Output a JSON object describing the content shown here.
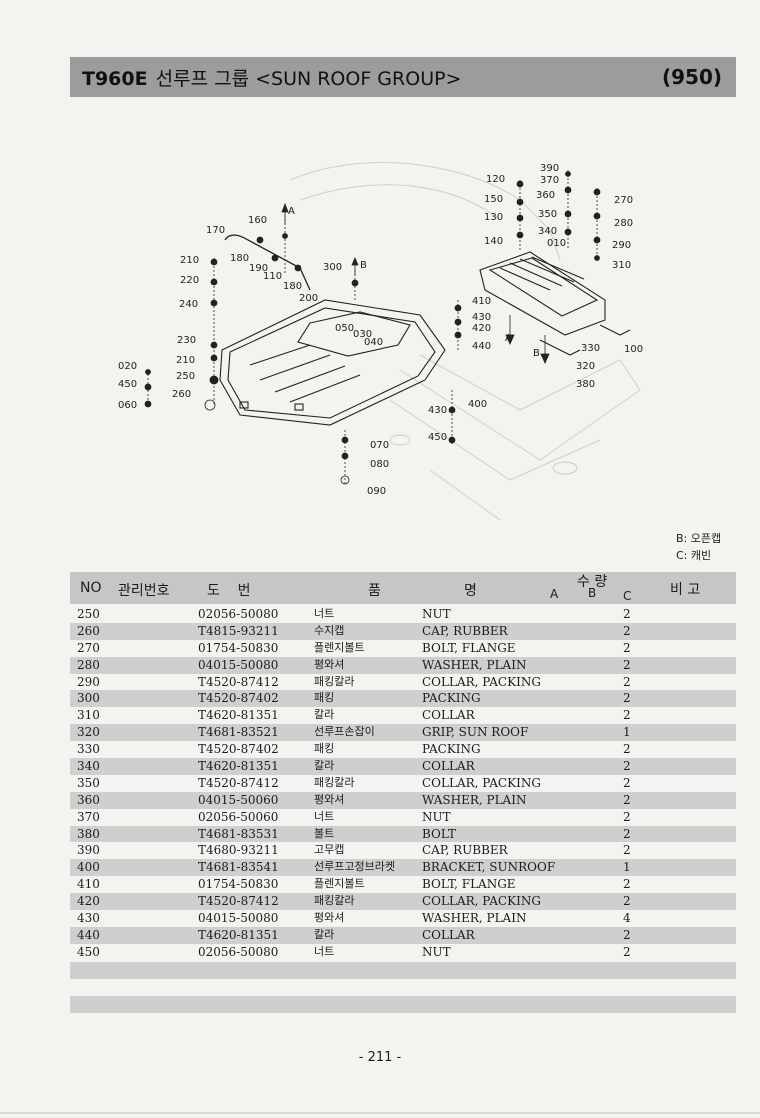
{
  "header": {
    "code": "T960E",
    "title": "선루프 그룹 <SUN ROOF GROUP>",
    "group_no": "(950)"
  },
  "diagram": {
    "callouts": [
      "390",
      "370",
      "120",
      "360",
      "270",
      "150",
      "350",
      "280",
      "130",
      "340",
      "010",
      "290",
      "140",
      "310",
      "160",
      "170",
      "A",
      "210",
      "180",
      "190",
      "110",
      "300",
      "B",
      "220",
      "180",
      "200",
      "410",
      "240",
      "430",
      "050",
      "030",
      "420",
      "230",
      "040",
      "440",
      "A",
      "B",
      "330",
      "100",
      "020",
      "210",
      "320",
      "450",
      "250",
      "380",
      "260",
      "060",
      "400",
      "430",
      "070",
      "450",
      "080",
      "090"
    ]
  },
  "legend": {
    "b": "B: 오픈캡",
    "c": "C: 캐빈"
  },
  "table": {
    "headers": {
      "no": "NO",
      "mgmt": "관리번호",
      "drawing": "도    번",
      "item": "품",
      "name": "명",
      "qty": "수 량",
      "qty_a": "A",
      "qty_b": "B",
      "qty_c": "C",
      "remark": "비 고"
    },
    "rows": [
      {
        "no": "250",
        "part": "02056-50080",
        "kr": "너트",
        "en": "NUT",
        "qty": "2"
      },
      {
        "no": "260",
        "part": "T4815-93211",
        "kr": "수지캡",
        "en": "CAP, RUBBER",
        "qty": "2"
      },
      {
        "no": "270",
        "part": "01754-50830",
        "kr": "플렌지볼트",
        "en": "BOLT, FLANGE",
        "qty": "2"
      },
      {
        "no": "280",
        "part": "04015-50080",
        "kr": "평와셔",
        "en": "WASHER, PLAIN",
        "qty": "2"
      },
      {
        "no": "290",
        "part": "T4520-87412",
        "kr": "패킹칼라",
        "en": "COLLAR, PACKING",
        "qty": "2"
      },
      {
        "no": "300",
        "part": "T4520-87402",
        "kr": "패킹",
        "en": "PACKING",
        "qty": "2"
      },
      {
        "no": "310",
        "part": "T4620-81351",
        "kr": "칼라",
        "en": "COLLAR",
        "qty": "2"
      },
      {
        "no": "320",
        "part": "T4681-83521",
        "kr": "선루프손잡이",
        "en": "GRIP, SUN ROOF",
        "qty": "1"
      },
      {
        "no": "330",
        "part": "T4520-87402",
        "kr": "패킹",
        "en": "PACKING",
        "qty": "2"
      },
      {
        "no": "340",
        "part": "T4620-81351",
        "kr": "칼라",
        "en": "COLLAR",
        "qty": "2"
      },
      {
        "no": "350",
        "part": "T4520-87412",
        "kr": "패킹칼라",
        "en": "COLLAR, PACKING",
        "qty": "2"
      },
      {
        "no": "360",
        "part": "04015-50060",
        "kr": "평와셔",
        "en": "WASHER, PLAIN",
        "qty": "2"
      },
      {
        "no": "370",
        "part": "02056-50060",
        "kr": "너트",
        "en": "NUT",
        "qty": "2"
      },
      {
        "no": "380",
        "part": "T4681-83531",
        "kr": "볼트",
        "en": "BOLT",
        "qty": "2"
      },
      {
        "no": "390",
        "part": "T4680-93211",
        "kr": "고무캡",
        "en": "CAP, RUBBER",
        "qty": "2"
      },
      {
        "no": "400",
        "part": "T4681-83541",
        "kr": "선루프고정브라켓",
        "en": "BRACKET, SUNROOF",
        "qty": "1"
      },
      {
        "no": "410",
        "part": "01754-50830",
        "kr": "플렌지볼트",
        "en": "BOLT, FLANGE",
        "qty": "2"
      },
      {
        "no": "420",
        "part": "T4520-87412",
        "kr": "패킹칼라",
        "en": "COLLAR, PACKING",
        "qty": "2"
      },
      {
        "no": "430",
        "part": "04015-50080",
        "kr": "평와셔",
        "en": "WASHER, PLAIN",
        "qty": "4"
      },
      {
        "no": "440",
        "part": "T4620-81351",
        "kr": "칼라",
        "en": "COLLAR",
        "qty": "2"
      },
      {
        "no": "450",
        "part": "02056-50080",
        "kr": "너트",
        "en": "NUT",
        "qty": "2"
      }
    ]
  },
  "footer": {
    "page": "- 211 -"
  }
}
